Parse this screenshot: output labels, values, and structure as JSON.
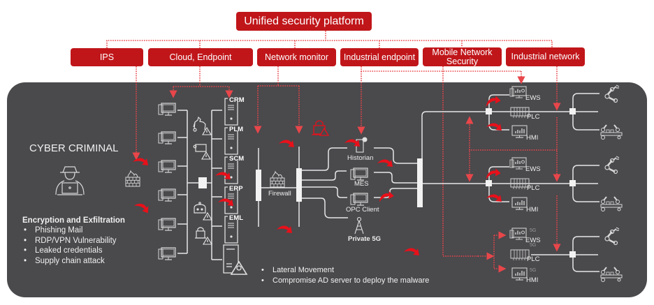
{
  "diagram": {
    "title": "Unified security platform",
    "categories": [
      {
        "id": "ips",
        "label": "IPS"
      },
      {
        "id": "cloud",
        "label": "Cloud, Endpoint"
      },
      {
        "id": "netmon",
        "label": "Network monitor"
      },
      {
        "id": "indend",
        "label": "Industrial endpoint"
      },
      {
        "id": "mobile",
        "label": "Mobile Network Security"
      },
      {
        "id": "indnet",
        "label": "Industrial network"
      }
    ],
    "attacker": {
      "title": "CYBER CRIMINAL",
      "heading": "Encryption and Exfiltration",
      "vectors": [
        "Phishing Mail",
        "RDP/VPN Vulnerability",
        "Leaked credentials",
        "Supply chain attack"
      ]
    },
    "it_servers": [
      "CRM",
      "PLM",
      "SCM",
      "ERP",
      "EML"
    ],
    "ot_zone": {
      "firewall": "Firewall",
      "nodes": [
        "Historian",
        "MES",
        "OPC Client",
        "Private 5G"
      ]
    },
    "field_cells": [
      {
        "devices": [
          "EWS",
          "PLC",
          "HMI"
        ]
      },
      {
        "devices": [
          "EWS",
          "PLC",
          "HMI"
        ]
      },
      {
        "devices": [
          "EWS",
          "PLC",
          "HMI"
        ],
        "wireless": "5G"
      }
    ],
    "notes": [
      "Lateral Movement",
      "Compromise AD server to deploy the malware"
    ],
    "colors": {
      "accent": "#c0161a",
      "panel": "#4a494c",
      "line": "#e6e6e6",
      "connector": "#e8464a",
      "attack": "#e8101a"
    }
  }
}
